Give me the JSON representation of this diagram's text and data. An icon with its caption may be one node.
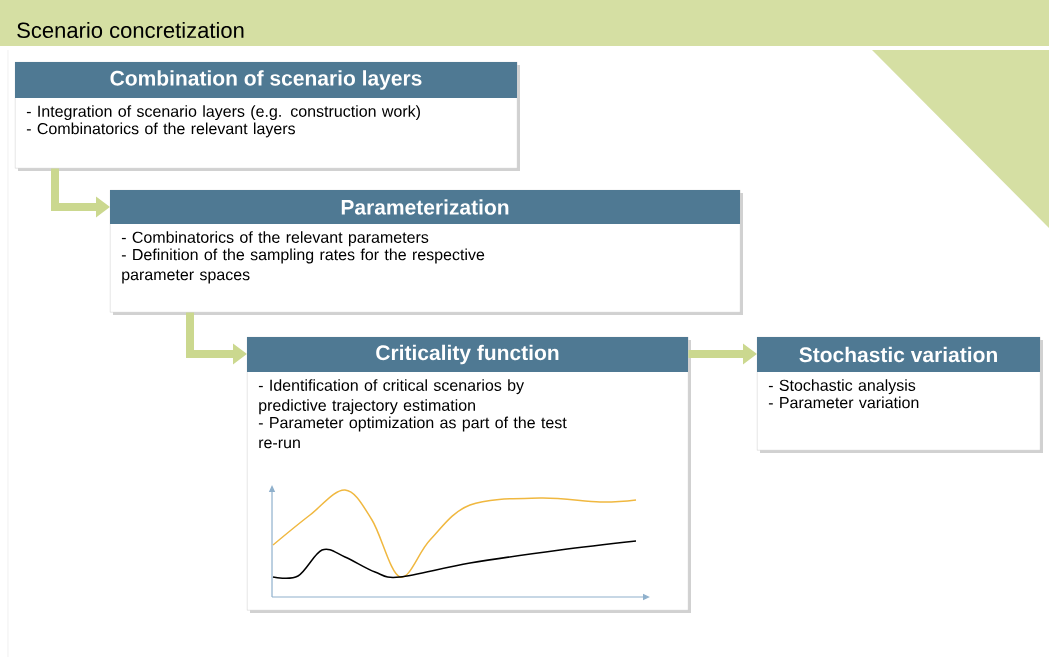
{
  "diagram": {
    "title": "Scenario concretization",
    "nodes": [
      {
        "text": [
          "Combination of scenario layers",
          "- Integration of scenario layers (e.g. construction work)",
          "- Combinatorics of the relevant layers"
        ]
      },
      {
        "text": [
          "Parameterization",
          "- Combinatorics of the relevant parameters",
          "- Definition of the sampling rates for the respective parameter spaces"
        ]
      },
      {
        "text": [
          "Criticality function",
          "- Identification of critical scenarios by predictive trajectory estimation",
          "- Parameter optimization as part of the test re-run"
        ]
      },
      {
        "text": [
          "Stochastic variation",
          "- Stochastic analysis",
          "- Parameter variation"
        ]
      }
    ],
    "edges": [
      {
        "from": 0,
        "to": 1,
        "arrow": "to"
      },
      {
        "from": 1,
        "to": 2,
        "arrow": "to"
      },
      {
        "from": 2,
        "to": 3,
        "arrow": "to"
      }
    ]
  }
}
